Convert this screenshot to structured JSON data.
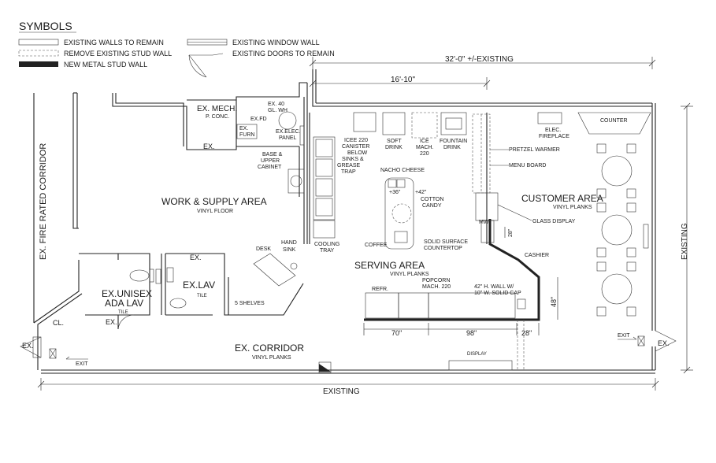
{
  "legend": {
    "title": "SYMBOLS",
    "walls_remain": "EXISTING WALLS TO REMAIN",
    "remove_stud": "REMOVE EXISTING STUD WALL",
    "new_metal": "NEW METAL STUD WALL",
    "window_wall": "EXISTING WINDOW WALL",
    "doors_remain": "EXISTING DOORS TO REMAIN"
  },
  "dimensions": {
    "overall": "32'-0\" +/-EXISTING",
    "partial": "16'-10\"",
    "bottom": "EXISTING",
    "right": "EXISTING",
    "d70": "70\"",
    "d98": "98\"",
    "d28_bottom": "28\"",
    "d48": "48\"",
    "d28_side": "28\""
  },
  "rooms": {
    "corridor_left": "EX. FIRE RATED CORRIDOR",
    "work_supply": "WORK & SUPPLY AREA",
    "work_supply_floor": "VINYL FLOOR",
    "ex_mech": "EX. MECH.",
    "ex_mech_floor": "P. CONC.",
    "serving": "SERVING AREA",
    "serving_floor": "VINYL PLANKS",
    "customer": "CUSTOMER AREA",
    "customer_floor": "VINYL PLANKS",
    "corridor": "EX. CORRIDOR",
    "corridor_floor": "VINYL PLANKS",
    "unisex": "EX.UNISEX",
    "ada_lav": "ADA LAV",
    "unisex_floor": "TILE",
    "ex_lav": "EX.LAV",
    "ex_lav_floor": "TILE"
  },
  "labels": {
    "ex_40": "EX. 40",
    "gl_wh": "GL. WH",
    "ex_fd": "EX.FD",
    "ex_furn1": "EX.",
    "ex_furn2": "FURN",
    "ex_elec1": "EX.ELEC.",
    "ex_elec2": "PANEL",
    "ex_mid": "EX.",
    "base1": "BASE &",
    "base2": "UPPER",
    "base3": "CABINET",
    "icee1": "ICEE 220",
    "icee2": "CANISTER",
    "icee3": "BELOW",
    "sinks1": "SINKS &",
    "sinks2": "GREASE",
    "sinks3": "TRAP",
    "soft1": "SOFT",
    "soft2": "DRINK",
    "ice1": "ICE",
    "ice2": "MACH.",
    "ice3": "220",
    "fountain1": "FOUNTAIN",
    "fountain2": "DRINK",
    "pretzel": "PRETZEL WARMER",
    "menu_board": "MENU BOARD",
    "elec_fp1": "ELEC.",
    "elec_fp2": "FIREPLACE",
    "counter": "COUNTER",
    "nacho": "NACHO CHEESE",
    "plus36": "+36\"",
    "plus42": "+42\"",
    "cotton1": "COTTON",
    "cotton2": "CANDY",
    "mw": "MW.",
    "glass_display": "GLASS DISPLAY",
    "coffee": "COFFEE",
    "solid1": "SOLID SURFACE",
    "solid2": "COUNTERTOP",
    "cashier": "CASHIER",
    "hand1": "HAND",
    "hand2": "SINK",
    "desk": "DESK",
    "cool1": "COOLING",
    "cool2": "TRAY",
    "ex_room": "EX.",
    "refr": "REFR.",
    "popcorn1": "POPCORN",
    "popcorn2": "MACH. 220",
    "wall1": "42\" H. WALL W/",
    "wall2": "10\" W. SOLID CAP",
    "shelves": "5 SHELVES",
    "cl": "CL.",
    "ex_unisex_door": "EX.",
    "ex_left": "EX.",
    "exit_left": "EXIT",
    "exit_right": "EXIT",
    "ex_right": "EX.",
    "display": "DISPLAY"
  }
}
